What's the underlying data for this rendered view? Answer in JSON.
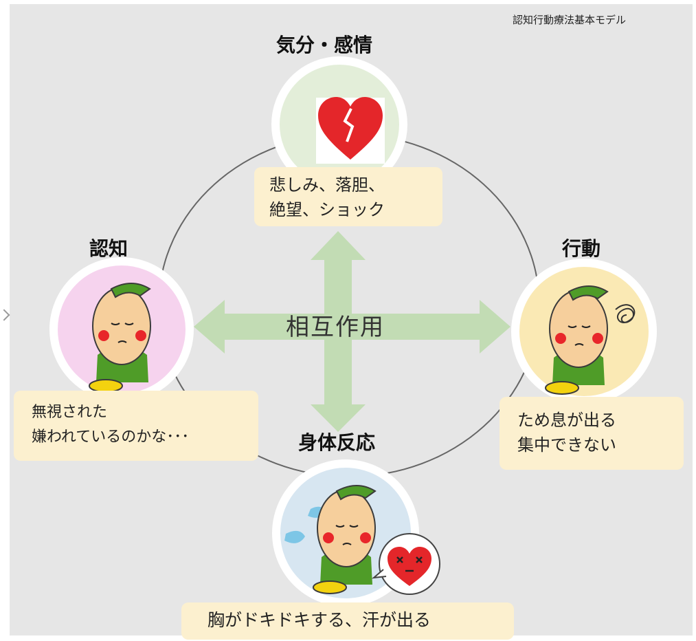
{
  "corner_title": "認知行動療法基本モデル",
  "center_label": "相互作用",
  "nodes": {
    "mood": {
      "label": "気分・感情",
      "text": [
        "悲しみ、落胆、",
        "絶望、ショック"
      ]
    },
    "cognition": {
      "label": "認知",
      "text": [
        "無視された",
        "嫌われているのかな･･･"
      ]
    },
    "behavior": {
      "label": "行動",
      "text": [
        "ため息が出る",
        "集中できない"
      ]
    },
    "body": {
      "label": "身体反応",
      "text": [
        "胸がドキドキする、汗が出る"
      ]
    }
  },
  "colors": {
    "mood_circle": "#e3eed9",
    "cognition_circle": "#f6d3ee",
    "behavior_circle": "#fae9b4",
    "body_circle": "#d7e6f1",
    "arrow": "#c2dcb4",
    "text_box": "#fcf0cf",
    "heart": "#e4262a"
  }
}
